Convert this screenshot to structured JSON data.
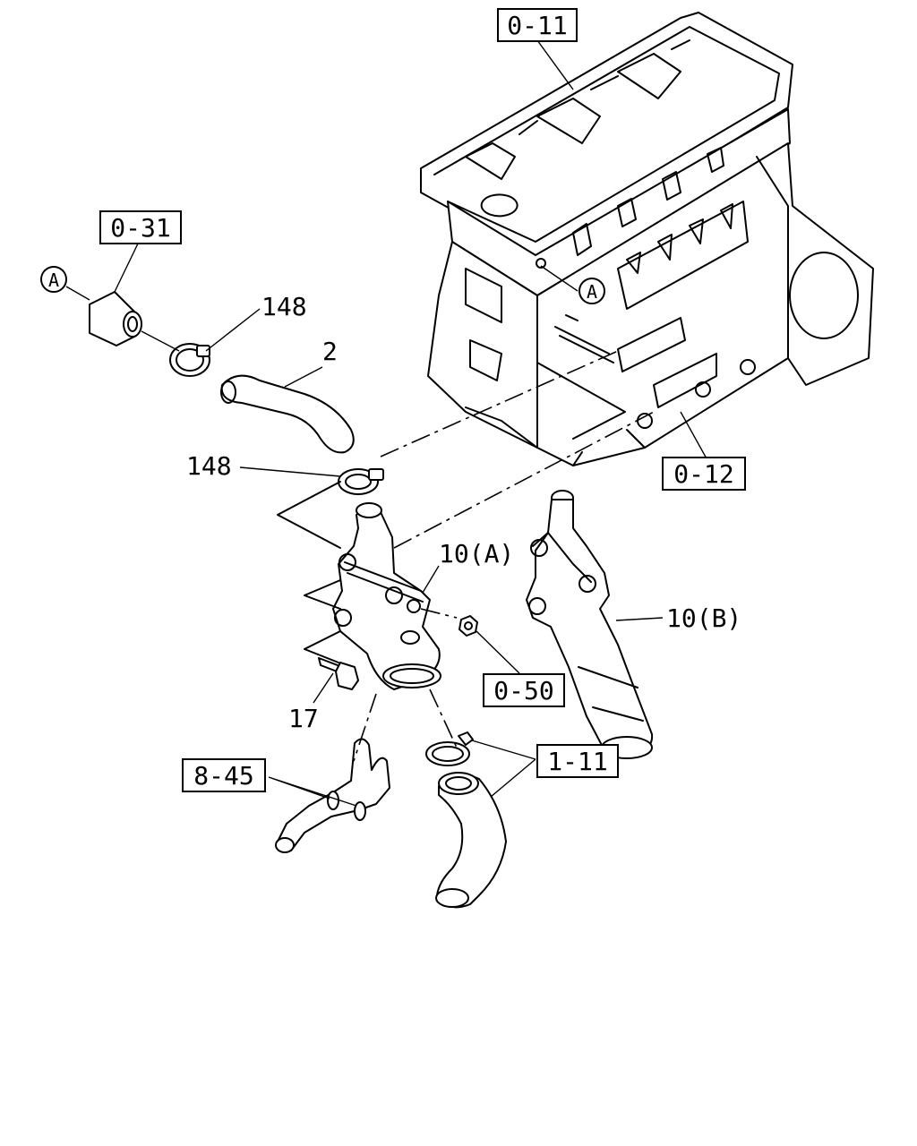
{
  "callouts": {
    "ref_0_11": "0-11",
    "ref_0_31": "0-31",
    "ref_0_12": "0-12",
    "ref_0_50": "0-50",
    "ref_1_11": "1-11",
    "ref_8_45": "8-45",
    "part_148_top": "148",
    "part_2": "2",
    "part_148_mid": "148",
    "part_10a": "10(A)",
    "part_10b": "10(B)",
    "part_17": "17",
    "marker_a_left": "A",
    "marker_a_block": "A"
  }
}
